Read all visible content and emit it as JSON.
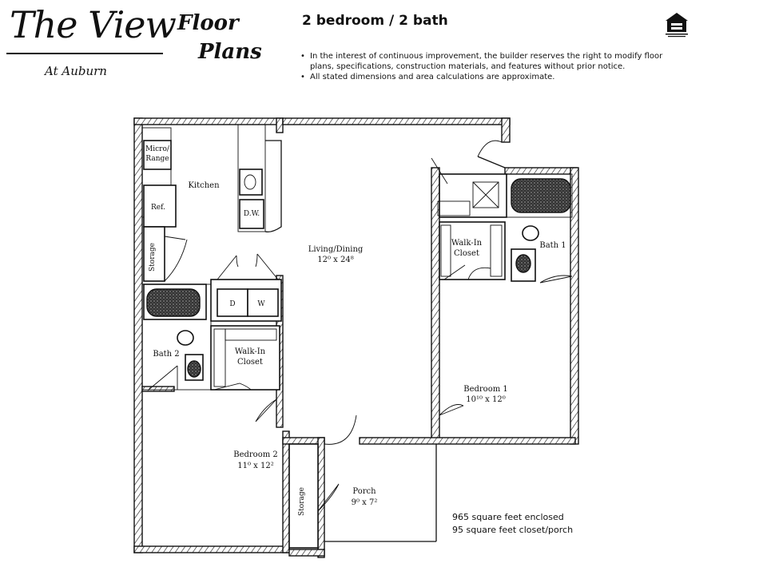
{
  "header": {
    "brand_title": "The View",
    "brand_subtitle": "At Auburn",
    "floor_plans_line1": "Floor",
    "floor_plans_line2": "Plans",
    "unit_type": "2 bedroom / 2 bath",
    "logo_icon": "equal-housing-opportunity-logo-icon"
  },
  "notes": [
    "In the interest of continuous improvement, the builder reserves the right to modify floor plans, specifications, construction materials, and features without prior notice.",
    "All stated dimensions and area calculations are approximate."
  ],
  "rooms": {
    "micro_range_1": "Micro/",
    "micro_range_2": "Range",
    "kitchen": "Kitchen",
    "ref": "Ref.",
    "dw": "D.W.",
    "storage_kitchen": "Storage",
    "living_dining": "Living/Dining",
    "living_dining_dims": "12⁰ x 24⁸",
    "washer_dryer_d": "D",
    "washer_dryer_w": "W",
    "walk_in_closet_1_line1": "Walk-In",
    "walk_in_closet_1_line2": "Closet",
    "bath1": "Bath 1",
    "bedroom1": "Bedroom 1",
    "bedroom1_dims": "10¹⁰ x 12⁰",
    "bath2": "Bath 2",
    "walk_in_closet_2_line1": "Walk-In",
    "walk_in_closet_2_line2": "Closet",
    "bedroom2": "Bedroom 2",
    "bedroom2_dims": "11⁰ x 12²",
    "storage_porch": "Storage",
    "porch": "Porch",
    "porch_dims": "9⁰ x 7²"
  },
  "area": {
    "enclosed": "965 square feet enclosed",
    "closet_porch": "95 square feet closet/porch"
  }
}
